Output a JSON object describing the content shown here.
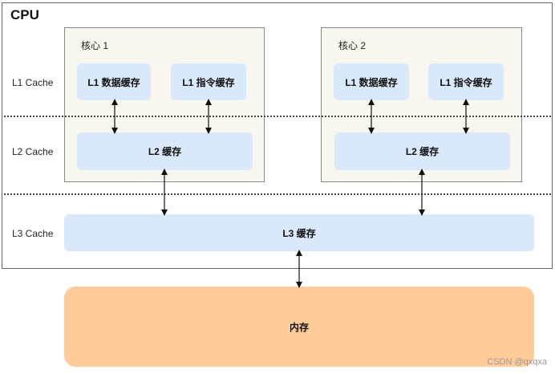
{
  "cpu": {
    "title": "CPU"
  },
  "levels": {
    "l1": "L1 Cache",
    "l2": "L2 Cache",
    "l3": "L3 Cache"
  },
  "cores": [
    {
      "label": "核心 1",
      "l1_data": "L1 数据缓存",
      "l1_instr": "L1 指令缓存",
      "l2": "L2 缓存"
    },
    {
      "label": "核心 2",
      "l1_data": "L1 数据缓存",
      "l1_instr": "L1 指令缓存",
      "l2": "L2 缓存"
    }
  ],
  "l3": {
    "label": "L3 缓存"
  },
  "memory": {
    "label": "内存"
  },
  "colors": {
    "cache_fill": "#dae8fc",
    "memory_fill": "#ffcc99",
    "core_fill": "#f8f7ef"
  },
  "watermark": "CSDN @qxqxa"
}
